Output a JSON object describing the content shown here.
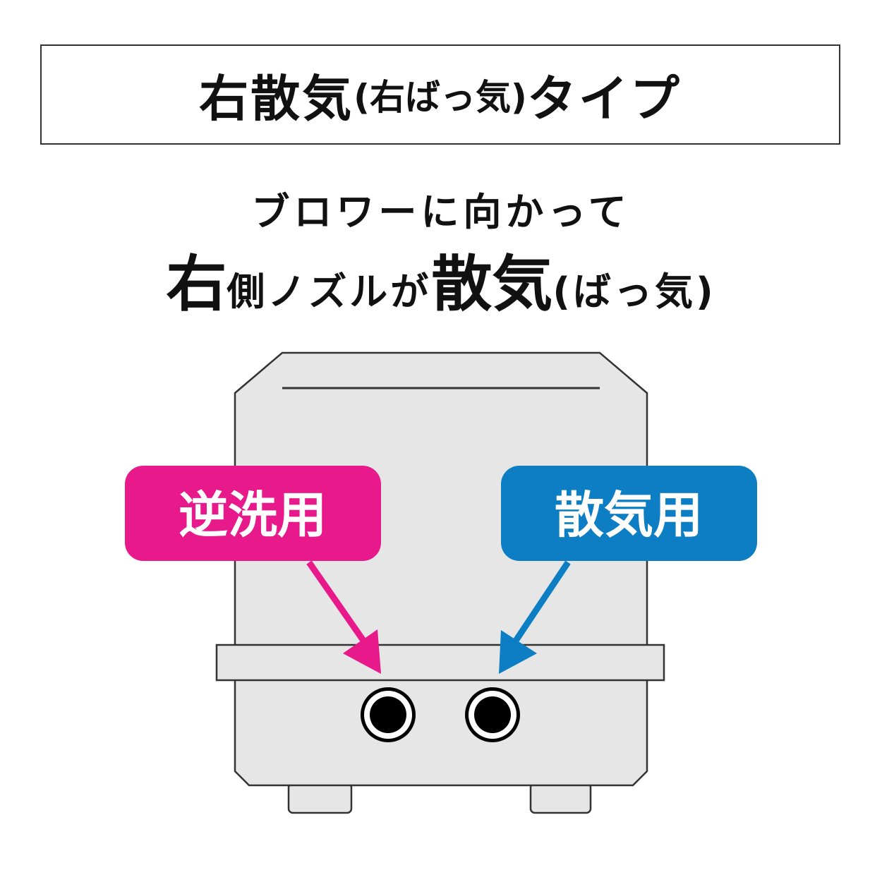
{
  "title": {
    "main_prefix": "右散気",
    "paren": "(右ばっ気)",
    "main_suffix": "タイプ"
  },
  "subtitle": {
    "line1": "ブロワーに向かって",
    "right": "右",
    "nozzle": "側ノズルが",
    "aeration": "散気",
    "aeration_reading": "(ばっ気)"
  },
  "labels": {
    "backwash": "逆洗用",
    "aeration": "散気用"
  },
  "colors": {
    "backwash": "#e8198b",
    "aeration": "#0e7ec4",
    "body": "#e6e6e6",
    "outline": "#333333"
  }
}
